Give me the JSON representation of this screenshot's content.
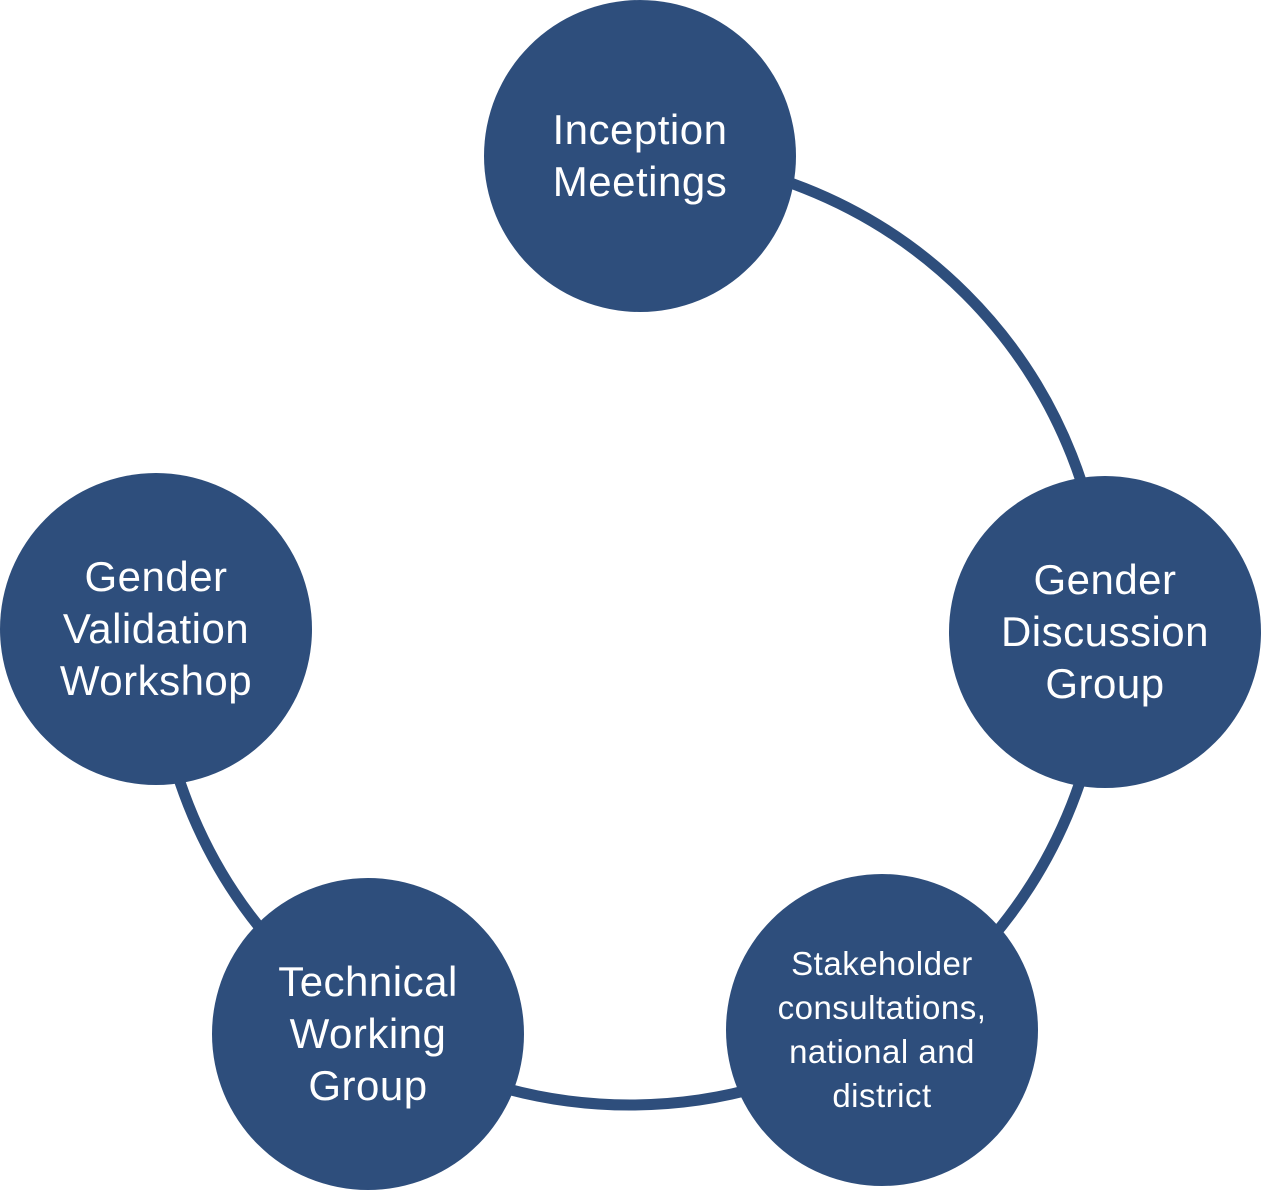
{
  "diagram": {
    "type": "cycle",
    "background_color": "#ffffff",
    "node_fill_color": "#2E4E7C",
    "connector_color": "#2E4E7C",
    "label_text_color": "#ffffff",
    "connector_gap": "between Gender Validation Workshop and Inception Meetings (upper-left)",
    "nodes": [
      {
        "id": "inception-meetings",
        "label": "Inception Meetings",
        "lines": [
          "Inception",
          "Meetings"
        ]
      },
      {
        "id": "gender-discussion-group",
        "label": "Gender Discussion Group",
        "lines": [
          "Gender",
          "Discussion",
          "Group"
        ]
      },
      {
        "id": "stakeholder-consultations",
        "label": "Stakeholder consultations, national and district",
        "lines": [
          "Stakeholder",
          "consultations,",
          "national and",
          "district"
        ]
      },
      {
        "id": "technical-working-group",
        "label": "Technical Working Group",
        "lines": [
          "Technical",
          "Working",
          "Group"
        ]
      },
      {
        "id": "gender-validation-workshop",
        "label": "Gender Validation Workshop",
        "lines": [
          "Gender",
          "Validation",
          "Workshop"
        ]
      }
    ]
  }
}
